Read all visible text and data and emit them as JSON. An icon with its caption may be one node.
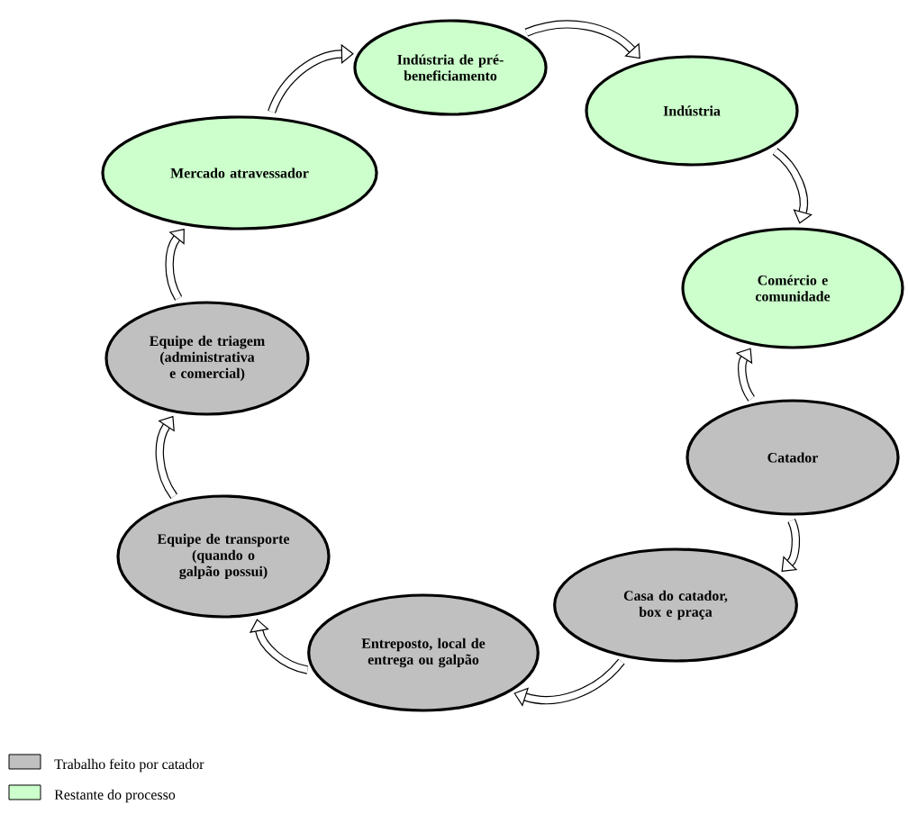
{
  "diagram": {
    "nodes": [
      {
        "text": [
          "Indústria de pré-beneficiamento"
        ]
      },
      {
        "text": [
          "Indústria"
        ]
      },
      {
        "text": [
          "Mercado atravessador"
        ]
      },
      {
        "text": [
          "Comércio e comunidade"
        ]
      },
      {
        "text": [
          "Equipe de triagem (administrativa e comercial)"
        ]
      },
      {
        "text": [
          "Catador"
        ]
      },
      {
        "text": [
          "Equipe de transporte (quando o galpão possui)"
        ]
      },
      {
        "text": [
          "Casa do catador, box e praça"
        ]
      },
      {
        "text": [
          "Entreposto, local de entrega ou galpão"
        ]
      }
    ],
    "edges": [
      {
        "from": 5,
        "to": 3,
        "arrow": "to"
      },
      {
        "from": 5,
        "to": 7,
        "arrow": "to"
      },
      {
        "from": 7,
        "to": 8,
        "arrow": "to"
      },
      {
        "from": 8,
        "to": 6,
        "arrow": "to"
      },
      {
        "from": 6,
        "to": 4,
        "arrow": "to"
      },
      {
        "from": 4,
        "to": 2,
        "arrow": "to"
      },
      {
        "from": 2,
        "to": 0,
        "arrow": "to"
      },
      {
        "from": 0,
        "to": 1,
        "arrow": "to"
      },
      {
        "from": 1,
        "to": 3,
        "arrow": "to"
      }
    ],
    "legend": [
      {
        "text": "Trabalho feito por catador",
        "color": "#c0c0c0"
      },
      {
        "text": "Restante do processo",
        "color": "#ccffcc"
      }
    ]
  }
}
